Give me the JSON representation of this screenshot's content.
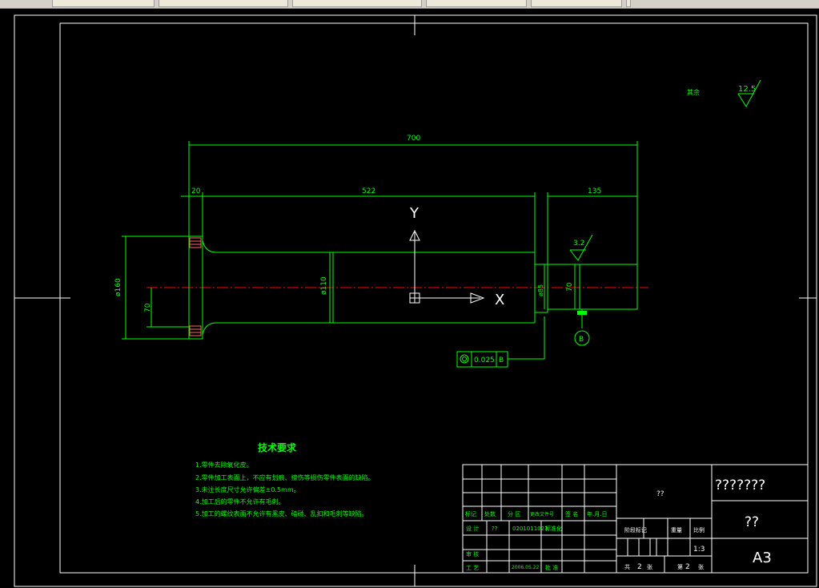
{
  "taskbar": {
    "tabs": [
      "",
      "",
      "",
      "",
      "",
      "",
      ""
    ]
  },
  "drawing": {
    "dims": {
      "total": "700",
      "left": "20",
      "middle": "522",
      "right": "135",
      "dia160": "ø160",
      "dia110": "ø110",
      "dia85": "ø85",
      "h70": "70",
      "h70r": "70"
    },
    "roughness": {
      "corner_label": "其余",
      "corner_value": "12.5",
      "surface_value": "3.2"
    },
    "datum": "B",
    "tolerance": {
      "value": "0.025",
      "datum": "B"
    },
    "ucs": {
      "y": "Y",
      "x": "X"
    }
  },
  "notes": {
    "title": "技术要求",
    "items": [
      "1.零件去除氧化皮。",
      "2.零件加工表面上，不应有划痕、擦伤等损伤零件表面的缺陷。",
      "3.未注长度尺寸允许偏差±0.5mm。",
      "4.加工后的零件不允许有毛刺。",
      "5.加工的螺纹表面不允许有黑皮、磕碰、乱扣和毛刺等缺陷。"
    ]
  },
  "titleblock": {
    "h_mark": "标记",
    "h_count": "处数",
    "h_zone": "分 区",
    "h_doc": "更改文件号",
    "h_sign": "签 名",
    "h_date": "年.月.日",
    "r_design": "设 计",
    "design_name": "??",
    "design_id": "0201011023",
    "design_std": "标准化",
    "r_review": "审 核",
    "r_craft": "工 艺",
    "craft_date": "2006.05.22",
    "approve": "批 准",
    "center": "??",
    "stage": "阶段标记",
    "weight": "重量",
    "scale_h": "比例",
    "scale": "1:3",
    "total_l": "共",
    "total_n": "2",
    "total_u": "张",
    "sheet_l": "第",
    "sheet_n": "2",
    "sheet_u": "张",
    "company": "???????",
    "part": "??",
    "size": "A3"
  },
  "colors": {
    "line": "#00ff00",
    "centerline": "#ff0000",
    "frame": "#ffffff",
    "text": "#00ff00"
  }
}
